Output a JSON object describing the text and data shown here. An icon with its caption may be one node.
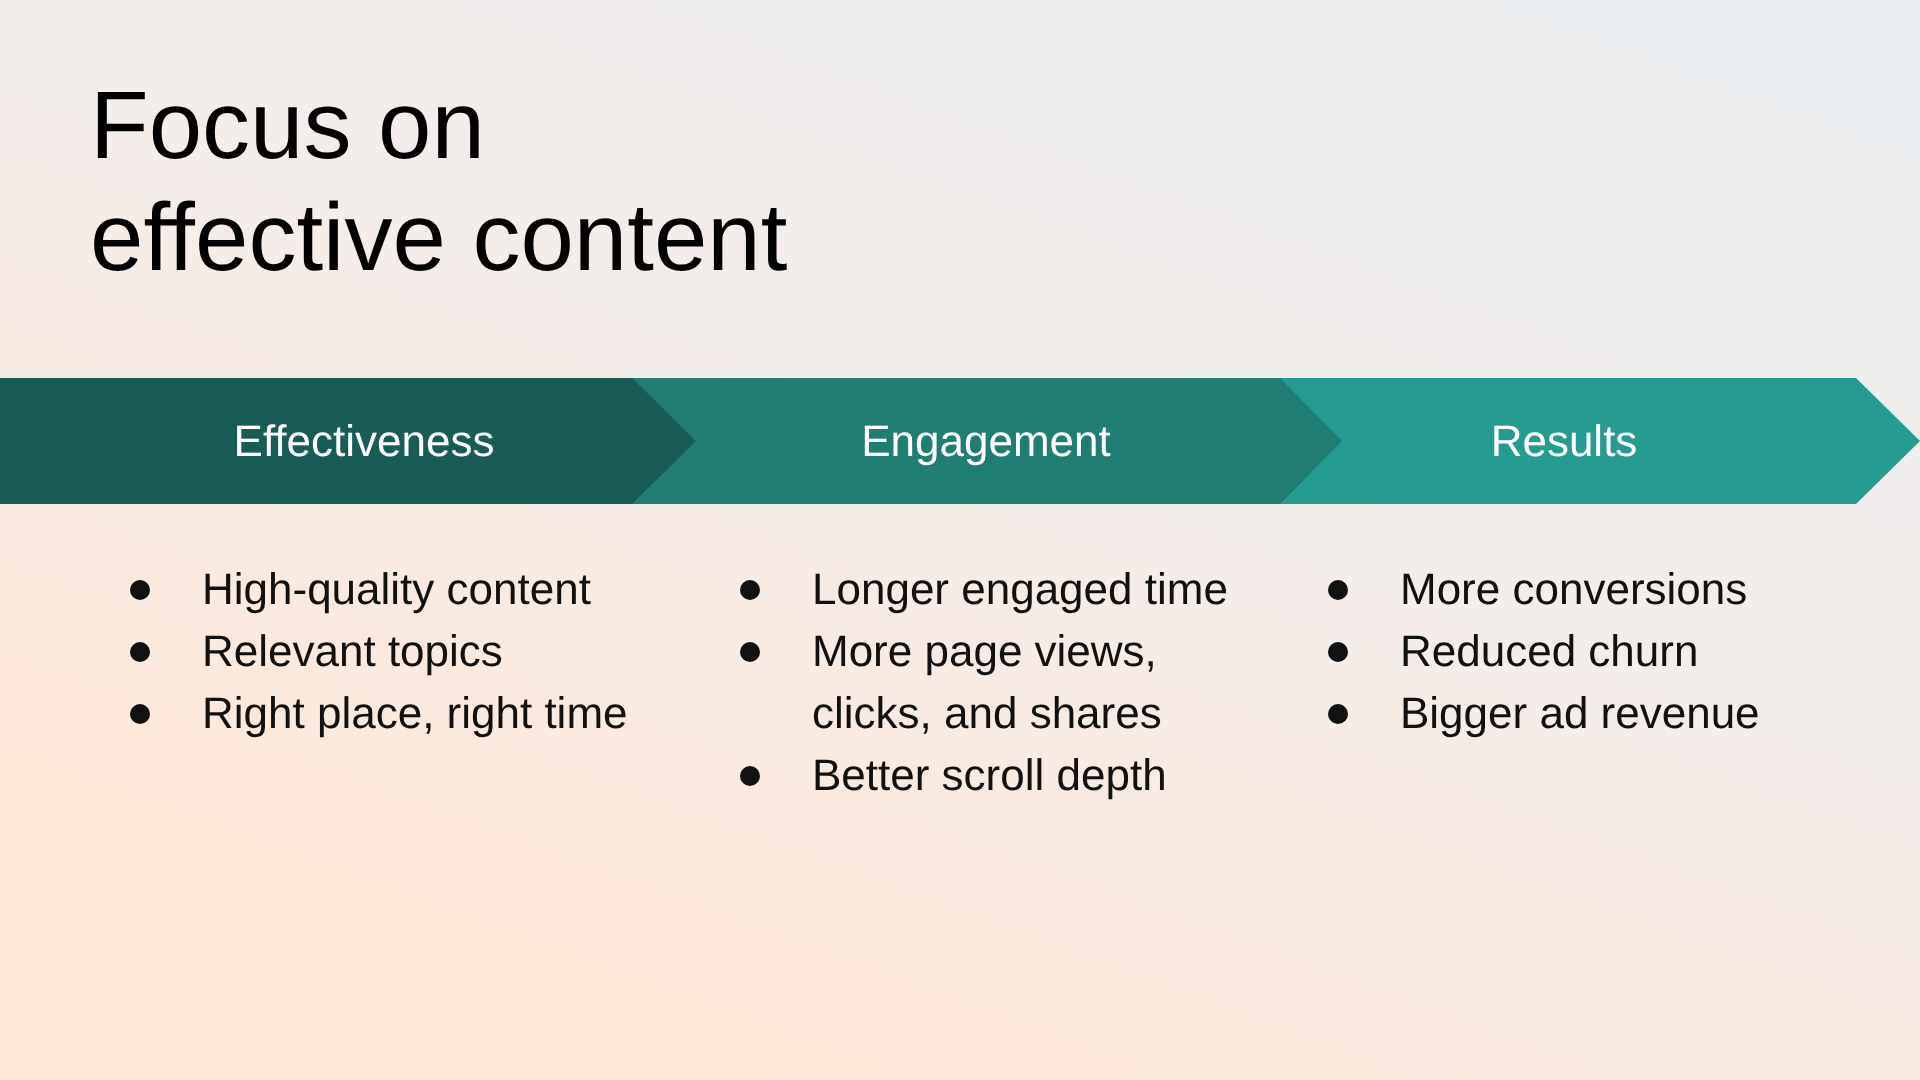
{
  "diagram": {
    "title": "Focus on effective content",
    "nodes": [
      {
        "text": [
          "Effectiveness"
        ],
        "beside": [
          "High-quality content",
          "Relevant topics",
          "Right place, right time"
        ]
      },
      {
        "text": [
          "Engagement"
        ],
        "beside": [
          "Longer engaged time",
          "More page views, clicks, and shares",
          "Better scroll depth"
        ]
      },
      {
        "text": [
          "Results"
        ],
        "beside": [
          "More conversions",
          "Reduced churn",
          "Bigger ad revenue"
        ]
      }
    ]
  }
}
